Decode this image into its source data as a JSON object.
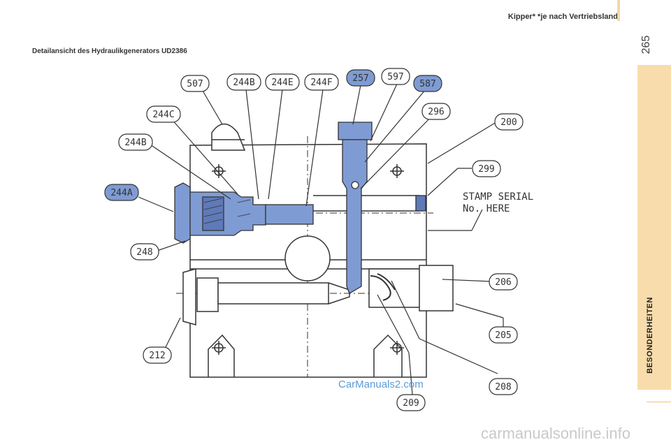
{
  "header": {
    "title": "Kipper* *je nach Vertriebsland"
  },
  "page_number": "265",
  "side_tab": {
    "label": "BESONDERHEITEN"
  },
  "caption": "Detailansicht des Hydraulikgenerators UD2386",
  "stamp_note": {
    "line1": "STAMP SERIAL",
    "line2": "No. HERE"
  },
  "callouts": {
    "c507": "507",
    "c244b_top": "244B",
    "c244e": "244E",
    "c244f": "244F",
    "c257": "257",
    "c597": "597",
    "c587": "587",
    "c296": "296",
    "c200": "200",
    "c299": "299",
    "c244c": "244C",
    "c244b_left": "244B",
    "c244a": "244A",
    "c248": "248",
    "c206": "206",
    "c205": "205",
    "c212": "212",
    "c208": "208",
    "c209": "209"
  },
  "watermarks": {
    "carmanuals": "CarManuals2.com",
    "bottom": "carmanualsonline.info"
  },
  "colors": {
    "highlight": "#7f9bd3",
    "side_tab": "#f9dcab",
    "line": "#333333"
  }
}
